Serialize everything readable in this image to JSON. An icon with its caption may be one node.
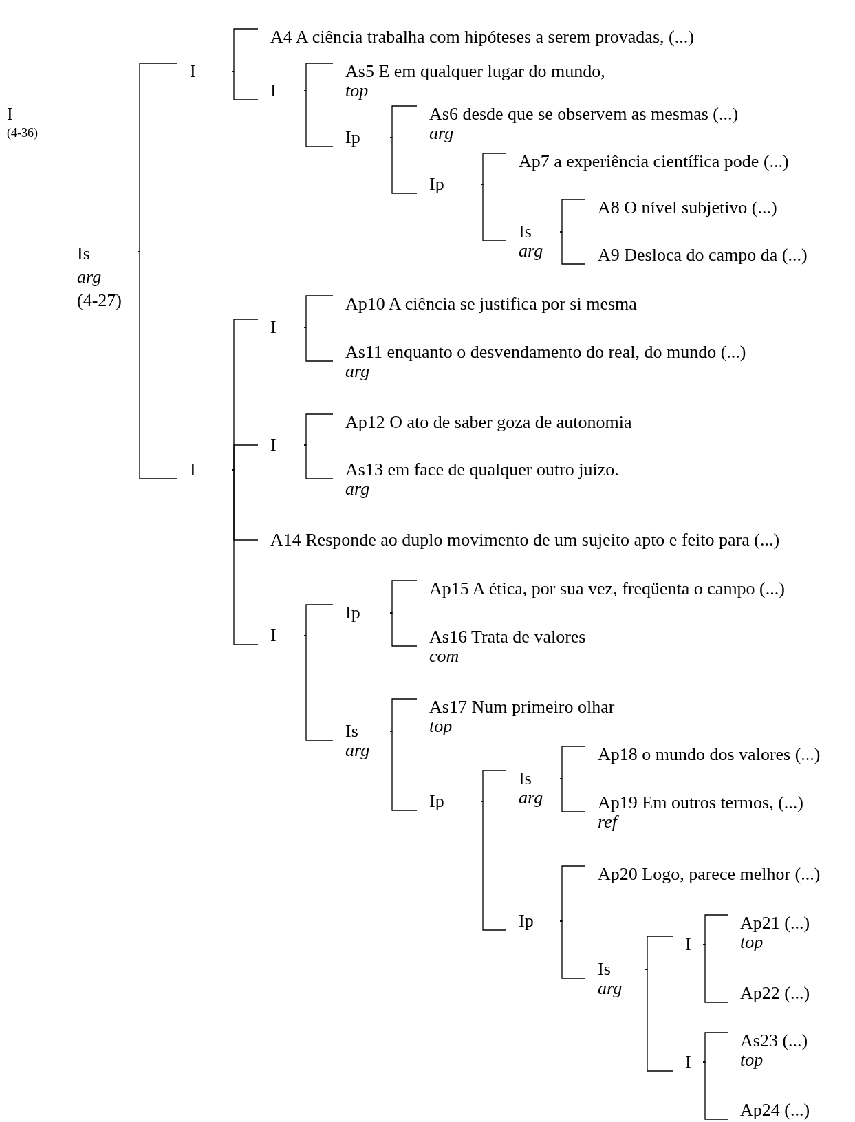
{
  "diagram": {
    "nodes": [
      {
        "text": [
          "I",
          "(4-36)"
        ]
      },
      {
        "text": [
          "Is",
          "arg",
          "(4-27)"
        ]
      },
      {
        "text": [
          "I"
        ]
      },
      {
        "text": [
          "I"
        ]
      },
      {
        "text": [
          "A4 A ciência trabalha com hipóteses a serem provadas, (...)"
        ]
      },
      {
        "text": [
          "I"
        ]
      },
      {
        "text": [
          "As5 E em qualquer lugar do mundo,",
          "top"
        ]
      },
      {
        "text": [
          "Ip"
        ]
      },
      {
        "text": [
          "As6 desde que se observem as mesmas (...)",
          "arg"
        ]
      },
      {
        "text": [
          "Ip"
        ]
      },
      {
        "text": [
          "Ap7 a experiência científica pode (...)"
        ]
      },
      {
        "text": [
          "Is",
          "arg"
        ]
      },
      {
        "text": [
          "A8 O nível subjetivo (...)"
        ]
      },
      {
        "text": [
          "A9 Desloca do campo da (...)"
        ]
      },
      {
        "text": [
          "I"
        ]
      },
      {
        "text": [
          "Ap10 A ciência se justifica por si mesma"
        ]
      },
      {
        "text": [
          "As11 enquanto o desvendamento do real, do mundo (...)",
          "arg"
        ]
      },
      {
        "text": [
          "I"
        ]
      },
      {
        "text": [
          "Ap12 O ato de saber goza de autonomia"
        ]
      },
      {
        "text": [
          "As13 em face de qualquer outro juízo.",
          "arg"
        ]
      },
      {
        "text": [
          "A14 Responde ao duplo movimento de um sujeito apto e feito para (...)"
        ]
      },
      {
        "text": [
          "I"
        ]
      },
      {
        "text": [
          "Ip"
        ]
      },
      {
        "text": [
          "Ap15 A ética, por sua vez, freqüenta o campo (...)"
        ]
      },
      {
        "text": [
          "As16 Trata de valores",
          "com"
        ]
      },
      {
        "text": [
          "Is",
          "arg"
        ]
      },
      {
        "text": [
          "As17 Num primeiro olhar",
          "top"
        ]
      },
      {
        "text": [
          "Ip"
        ]
      },
      {
        "text": [
          "Is",
          "arg"
        ]
      },
      {
        "text": [
          "Ap18 o mundo dos valores (...)"
        ]
      },
      {
        "text": [
          "Ap19 Em outros termos, (...)",
          "ref"
        ]
      },
      {
        "text": [
          "Ip"
        ]
      },
      {
        "text": [
          "Ap20 Logo, parece melhor (...)"
        ]
      },
      {
        "text": [
          "Is",
          "arg"
        ]
      },
      {
        "text": [
          "I"
        ]
      },
      {
        "text": [
          "Ap21 (...)",
          "top"
        ]
      },
      {
        "text": [
          "Ap22 (...)"
        ]
      },
      {
        "text": [
          "I"
        ]
      },
      {
        "text": [
          "As23 (...)",
          "top"
        ]
      },
      {
        "text": [
          "Ap24 (...)"
        ]
      }
    ],
    "edges": [
      {
        "from": 1,
        "to": 2,
        "arrow": "none"
      },
      {
        "from": 1,
        "to": 3,
        "arrow": "none"
      },
      {
        "from": 2,
        "to": 4,
        "arrow": "none"
      },
      {
        "from": 2,
        "to": 5,
        "arrow": "none"
      },
      {
        "from": 5,
        "to": 6,
        "arrow": "none"
      },
      {
        "from": 5,
        "to": 7,
        "arrow": "none"
      },
      {
        "from": 7,
        "to": 8,
        "arrow": "none"
      },
      {
        "from": 7,
        "to": 9,
        "arrow": "none"
      },
      {
        "from": 9,
        "to": 10,
        "arrow": "none"
      },
      {
        "from": 9,
        "to": 11,
        "arrow": "none"
      },
      {
        "from": 11,
        "to": 12,
        "arrow": "none"
      },
      {
        "from": 11,
        "to": 13,
        "arrow": "none"
      },
      {
        "from": 3,
        "to": 14,
        "arrow": "none"
      },
      {
        "from": 3,
        "to": 17,
        "arrow": "none"
      },
      {
        "from": 3,
        "to": 20,
        "arrow": "none"
      },
      {
        "from": 3,
        "to": 21,
        "arrow": "none"
      },
      {
        "from": 14,
        "to": 15,
        "arrow": "none"
      },
      {
        "from": 14,
        "to": 16,
        "arrow": "none"
      },
      {
        "from": 17,
        "to": 18,
        "arrow": "none"
      },
      {
        "from": 17,
        "to": 19,
        "arrow": "none"
      },
      {
        "from": 21,
        "to": 22,
        "arrow": "none"
      },
      {
        "from": 21,
        "to": 25,
        "arrow": "none"
      },
      {
        "from": 22,
        "to": 23,
        "arrow": "none"
      },
      {
        "from": 22,
        "to": 24,
        "arrow": "none"
      },
      {
        "from": 25,
        "to": 26,
        "arrow": "none"
      },
      {
        "from": 25,
        "to": 27,
        "arrow": "none"
      },
      {
        "from": 27,
        "to": 28,
        "arrow": "none"
      },
      {
        "from": 27,
        "to": 31,
        "arrow": "none"
      },
      {
        "from": 28,
        "to": 29,
        "arrow": "none"
      },
      {
        "from": 28,
        "to": 30,
        "arrow": "none"
      },
      {
        "from": 31,
        "to": 32,
        "arrow": "none"
      },
      {
        "from": 31,
        "to": 33,
        "arrow": "none"
      },
      {
        "from": 33,
        "to": 34,
        "arrow": "none"
      },
      {
        "from": 33,
        "to": 37,
        "arrow": "none"
      },
      {
        "from": 34,
        "to": 35,
        "arrow": "none"
      },
      {
        "from": 34,
        "to": 36,
        "arrow": "none"
      },
      {
        "from": 37,
        "to": 38,
        "arrow": "none"
      },
      {
        "from": 37,
        "to": 39,
        "arrow": "none"
      }
    ]
  }
}
